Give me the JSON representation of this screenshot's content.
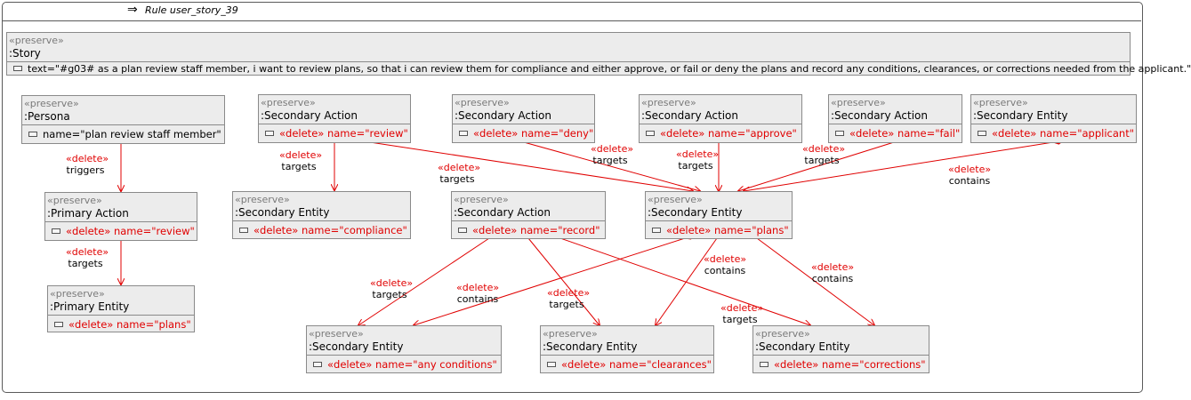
{
  "rule": {
    "name": "Rule user_story_39"
  },
  "colors": {
    "delete_red": "#e00000",
    "node_fill": "#ececec",
    "border": "#8a8a8a"
  },
  "nodes": {
    "story": {
      "stereotype": "«preserve»",
      "type": ":Story",
      "attr": "text=\"#g03# as a plan review staff member, i want to review plans, so that i can review them for compliance and either approve, or fail or deny the plans and record any conditions, clearances, or corrections needed from the applicant.\""
    },
    "persona": {
      "stereotype": "«preserve»",
      "type": ":Persona",
      "attr": "name=\"plan review staff member\""
    },
    "primary_action": {
      "stereotype": "«preserve»",
      "type": ":Primary Action",
      "attr": "«delete» name=\"review\""
    },
    "primary_entity": {
      "stereotype": "«preserve»",
      "type": ":Primary Entity",
      "attr": "«delete» name=\"plans\""
    },
    "sa_review": {
      "stereotype": "«preserve»",
      "type": ":Secondary Action",
      "attr": "«delete» name=\"review\""
    },
    "sa_deny": {
      "stereotype": "«preserve»",
      "type": ":Secondary Action",
      "attr": "«delete» name=\"deny\""
    },
    "sa_approve": {
      "stereotype": "«preserve»",
      "type": ":Secondary Action",
      "attr": "«delete» name=\"approve\""
    },
    "sa_fail": {
      "stereotype": "«preserve»",
      "type": ":Secondary Action",
      "attr": "«delete» name=\"fail\""
    },
    "se_applicant": {
      "stereotype": "«preserve»",
      "type": ":Secondary Entity",
      "attr": "«delete» name=\"applicant\""
    },
    "se_compliance": {
      "stereotype": "«preserve»",
      "type": ":Secondary Entity",
      "attr": "«delete» name=\"compliance\""
    },
    "sa_record": {
      "stereotype": "«preserve»",
      "type": ":Secondary Action",
      "attr": "«delete» name=\"record\""
    },
    "se_plans": {
      "stereotype": "«preserve»",
      "type": ":Secondary Entity",
      "attr": "«delete» name=\"plans\""
    },
    "se_conditions": {
      "stereotype": "«preserve»",
      "type": ":Secondary Entity",
      "attr": "«delete» name=\"any conditions\""
    },
    "se_clearances": {
      "stereotype": "«preserve»",
      "type": ":Secondary Entity",
      "attr": "«delete» name=\"clearances\""
    },
    "se_corrections": {
      "stereotype": "«preserve»",
      "type": ":Secondary Entity",
      "attr": "«delete» name=\"corrections\""
    }
  },
  "edge_labels": {
    "persona_triggers": {
      "delete": "«delete»",
      "name": "triggers"
    },
    "pa_targets": {
      "delete": "«delete»",
      "name": "targets"
    },
    "review_compliance": {
      "delete": "«delete»",
      "name": "targets"
    },
    "review_plans": {
      "delete": "«delete»",
      "name": "targets"
    },
    "deny_plans": {
      "delete": "«delete»",
      "name": "targets"
    },
    "approve_plans": {
      "delete": "«delete»",
      "name": "targets"
    },
    "fail_plans": {
      "delete": "«delete»",
      "name": "targets"
    },
    "applicant_plans": {
      "delete": "«delete»",
      "name": "contains"
    },
    "record_conditions": {
      "delete": "«delete»",
      "name": "targets"
    },
    "plans_conditions": {
      "delete": "«delete»",
      "name": "contains"
    },
    "record_clearances": {
      "delete": "«delete»",
      "name": "targets"
    },
    "plans_clearances": {
      "delete": "«delete»",
      "name": "contains"
    },
    "record_corrections": {
      "delete": "«delete»",
      "name": "targets"
    },
    "plans_corrections": {
      "delete": "«delete»",
      "name": "contains"
    }
  }
}
